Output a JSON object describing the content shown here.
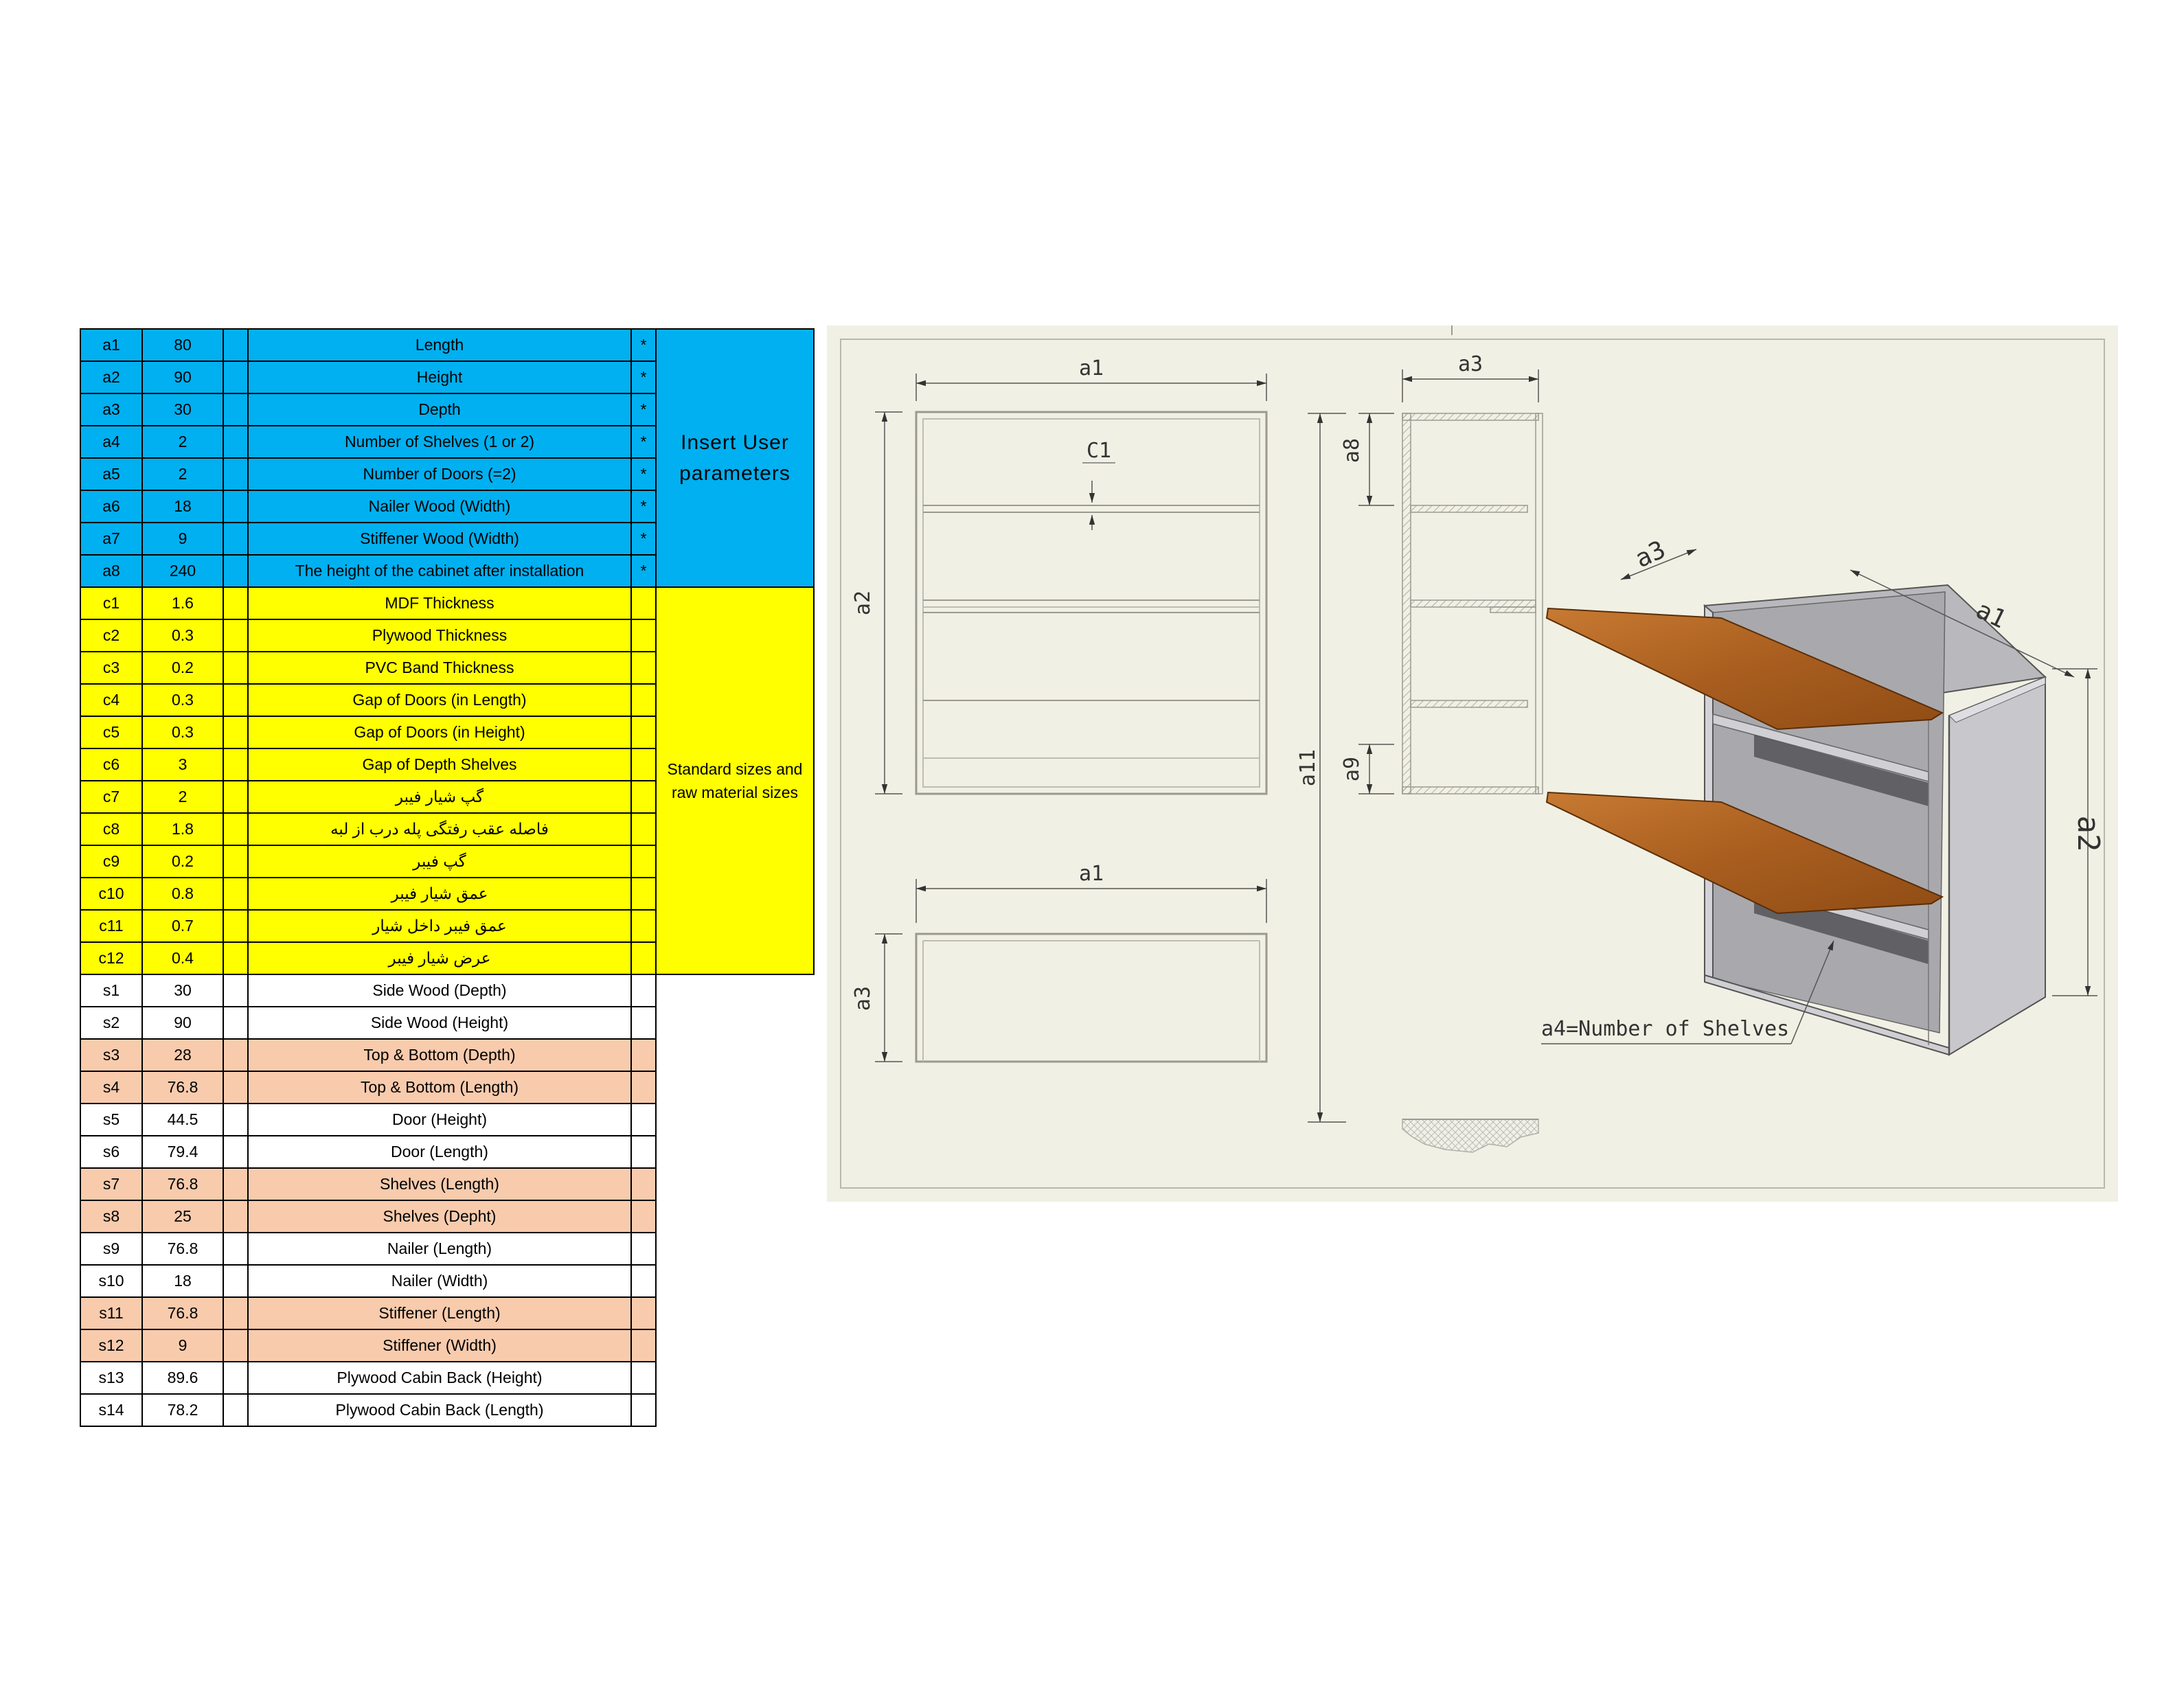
{
  "user_group_label": "Insert  User parameters",
  "standard_group_label": "Standard sizes and raw material sizes",
  "user_params": [
    {
      "code": "a1",
      "value": "80",
      "label": "Length",
      "mark": "*"
    },
    {
      "code": "a2",
      "value": "90",
      "label": "Height",
      "mark": "*"
    },
    {
      "code": "a3",
      "value": "30",
      "label": "Depth",
      "mark": "*"
    },
    {
      "code": "a4",
      "value": "2",
      "label": "Number of Shelves (1 or 2)",
      "mark": "*"
    },
    {
      "code": "a5",
      "value": "2",
      "label": "Number of Doors (=2)",
      "mark": "*"
    },
    {
      "code": "a6",
      "value": "18",
      "label": "Nailer Wood (Width)",
      "mark": "*"
    },
    {
      "code": "a7",
      "value": "9",
      "label": "Stiffener Wood (Width)",
      "mark": "*"
    },
    {
      "code": "a8",
      "value": "240",
      "label": "The height of the cabinet after installation",
      "mark": "*"
    }
  ],
  "standard_params": [
    {
      "code": "c1",
      "value": "1.6",
      "label": "MDF Thickness"
    },
    {
      "code": "c2",
      "value": "0.3",
      "label": "Plywood Thickness"
    },
    {
      "code": "c3",
      "value": "0.2",
      "label": "PVC Band Thickness"
    },
    {
      "code": "c4",
      "value": "0.3",
      "label": "Gap of Doors (in Length)"
    },
    {
      "code": "c5",
      "value": "0.3",
      "label": "Gap of Doors (in Height)"
    },
    {
      "code": "c6",
      "value": "3",
      "label": "Gap of Depth Shelves"
    },
    {
      "code": "c7",
      "value": "2",
      "label": "گپ شیار فیبر"
    },
    {
      "code": "c8",
      "value": "1.8",
      "label": "فاصله عقب رفتگی پله درب از لبه"
    },
    {
      "code": "c9",
      "value": "0.2",
      "label": "گپ فیبر"
    },
    {
      "code": "c10",
      "value": "0.8",
      "label": "عمق شیار فیبر"
    },
    {
      "code": "c11",
      "value": "0.7",
      "label": "عمق فیبر داخل شیار"
    },
    {
      "code": "c12",
      "value": "0.4",
      "label": "عرض شیار فیبر"
    }
  ],
  "sizes": [
    {
      "code": "s1",
      "value": "30",
      "label": "Side Wood (Depth)"
    },
    {
      "code": "s2",
      "value": "90",
      "label": "Side Wood (Height)"
    },
    {
      "code": "s3",
      "value": "28",
      "label": "Top & Bottom (Depth)"
    },
    {
      "code": "s4",
      "value": "76.8",
      "label": "Top & Bottom (Length)"
    },
    {
      "code": "s5",
      "value": "44.5",
      "label": "Door (Height)"
    },
    {
      "code": "s6",
      "value": "79.4",
      "label": "Door (Length)"
    },
    {
      "code": "s7",
      "value": "76.8",
      "label": "Shelves (Length)"
    },
    {
      "code": "s8",
      "value": "25",
      "label": "Shelves (Depht)"
    },
    {
      "code": "s9",
      "value": "76.8",
      "label": "Nailer (Length)"
    },
    {
      "code": "s10",
      "value": "18",
      "label": "Nailer (Width)"
    },
    {
      "code": "s11",
      "value": "76.8",
      "label": "Stiffener (Length)"
    },
    {
      "code": "s12",
      "value": "9",
      "label": "Stiffener (Width)"
    },
    {
      "code": "s13",
      "value": "89.6",
      "label": "Plywood Cabin Back (Height)"
    },
    {
      "code": "s14",
      "value": "78.2",
      "label": "Plywood Cabin Back (Length)"
    }
  ],
  "size_row_colors": [
    "white",
    "white",
    "peach",
    "peach",
    "white",
    "white",
    "peach",
    "peach",
    "white",
    "white",
    "peach",
    "peach",
    "white",
    "white"
  ],
  "drawing": {
    "front_view": {
      "width_label": "a1",
      "height_label": "a2",
      "thickness_label": "C1"
    },
    "side_view": {
      "depth_label": "a3",
      "top_gap_label": "a8",
      "bottom_gap_label": "a9",
      "install_height_label": "a11"
    },
    "top_view": {
      "width_label": "a1",
      "depth_label": "a3"
    },
    "iso_view": {
      "depth_label": "a3",
      "width_label": "a1",
      "height_label": "a2",
      "callout": "a4=Number of Shelves"
    }
  },
  "colors": {
    "user_bg": "#00b0f0",
    "standard_bg": "#ffff00",
    "peach_bg": "#f8cbad",
    "paper": "#f1f0e4",
    "cabinet_grey": "#c4c4c8",
    "shelf_wood": "#b86a26"
  }
}
